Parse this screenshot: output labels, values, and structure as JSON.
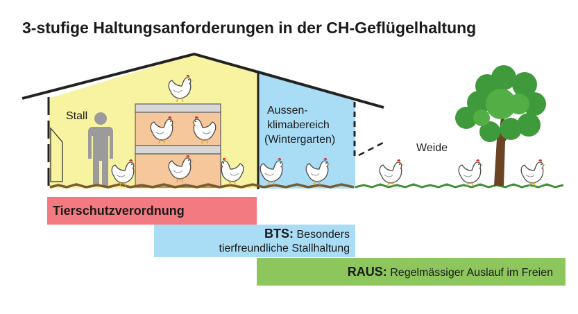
{
  "title": "3-stufige Haltungsanforderungen in der CH-Geflügelhaltung",
  "areas": {
    "stall": "Stall",
    "aussen_line1": "Aussen-",
    "aussen_line2": "klimabereich",
    "aussen_line3": "(Wintergarten)",
    "weide": "Weide"
  },
  "levels": {
    "tierschutz": "Tierschutzverordnung",
    "bts_abbr": "BTS:",
    "bts_line1": "Besonders",
    "bts_line2": "tierfreundliche Stallhaltung",
    "raus_abbr": "RAUS:",
    "raus_text": "Regelmässiger Auslauf im Freien"
  },
  "colors": {
    "stall_fill": "#f7f3a1",
    "wintergarten_fill": "#a9ddf6",
    "tierschutz": "#f27a80",
    "bts": "#a9ddf6",
    "raus": "#8cc65c",
    "ground": "#7a5a2e",
    "grass": "#3d8f35",
    "tree_leaves": "#3e9a3a",
    "tree_trunk": "#6b4423",
    "nest_box": "#f6c79a",
    "person": "#9b9b9b"
  }
}
